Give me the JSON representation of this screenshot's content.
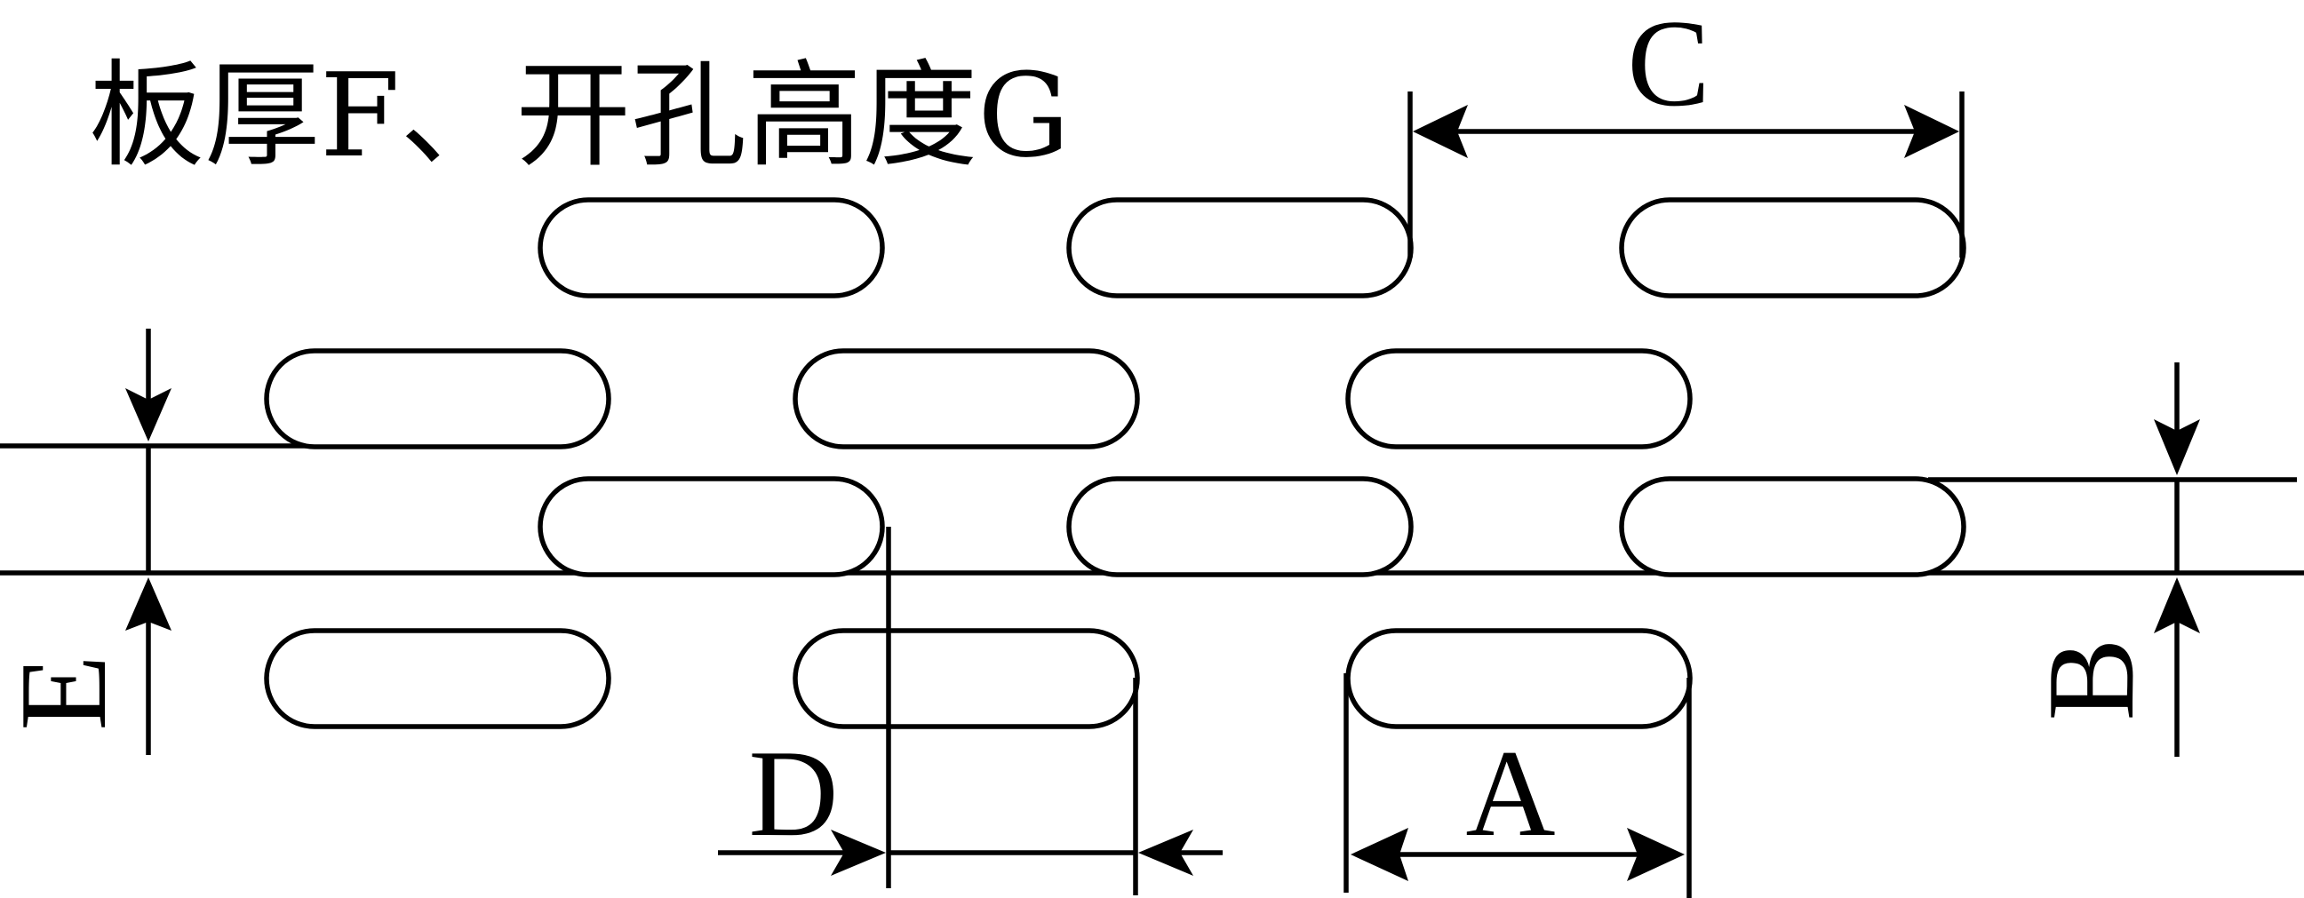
{
  "title": "板厚F、开孔高度G",
  "labels": {
    "A": "A",
    "B": "B",
    "C": "C",
    "D": "D",
    "E": "E"
  },
  "colors": {
    "line": "#000000",
    "background": "#ffffff"
  }
}
